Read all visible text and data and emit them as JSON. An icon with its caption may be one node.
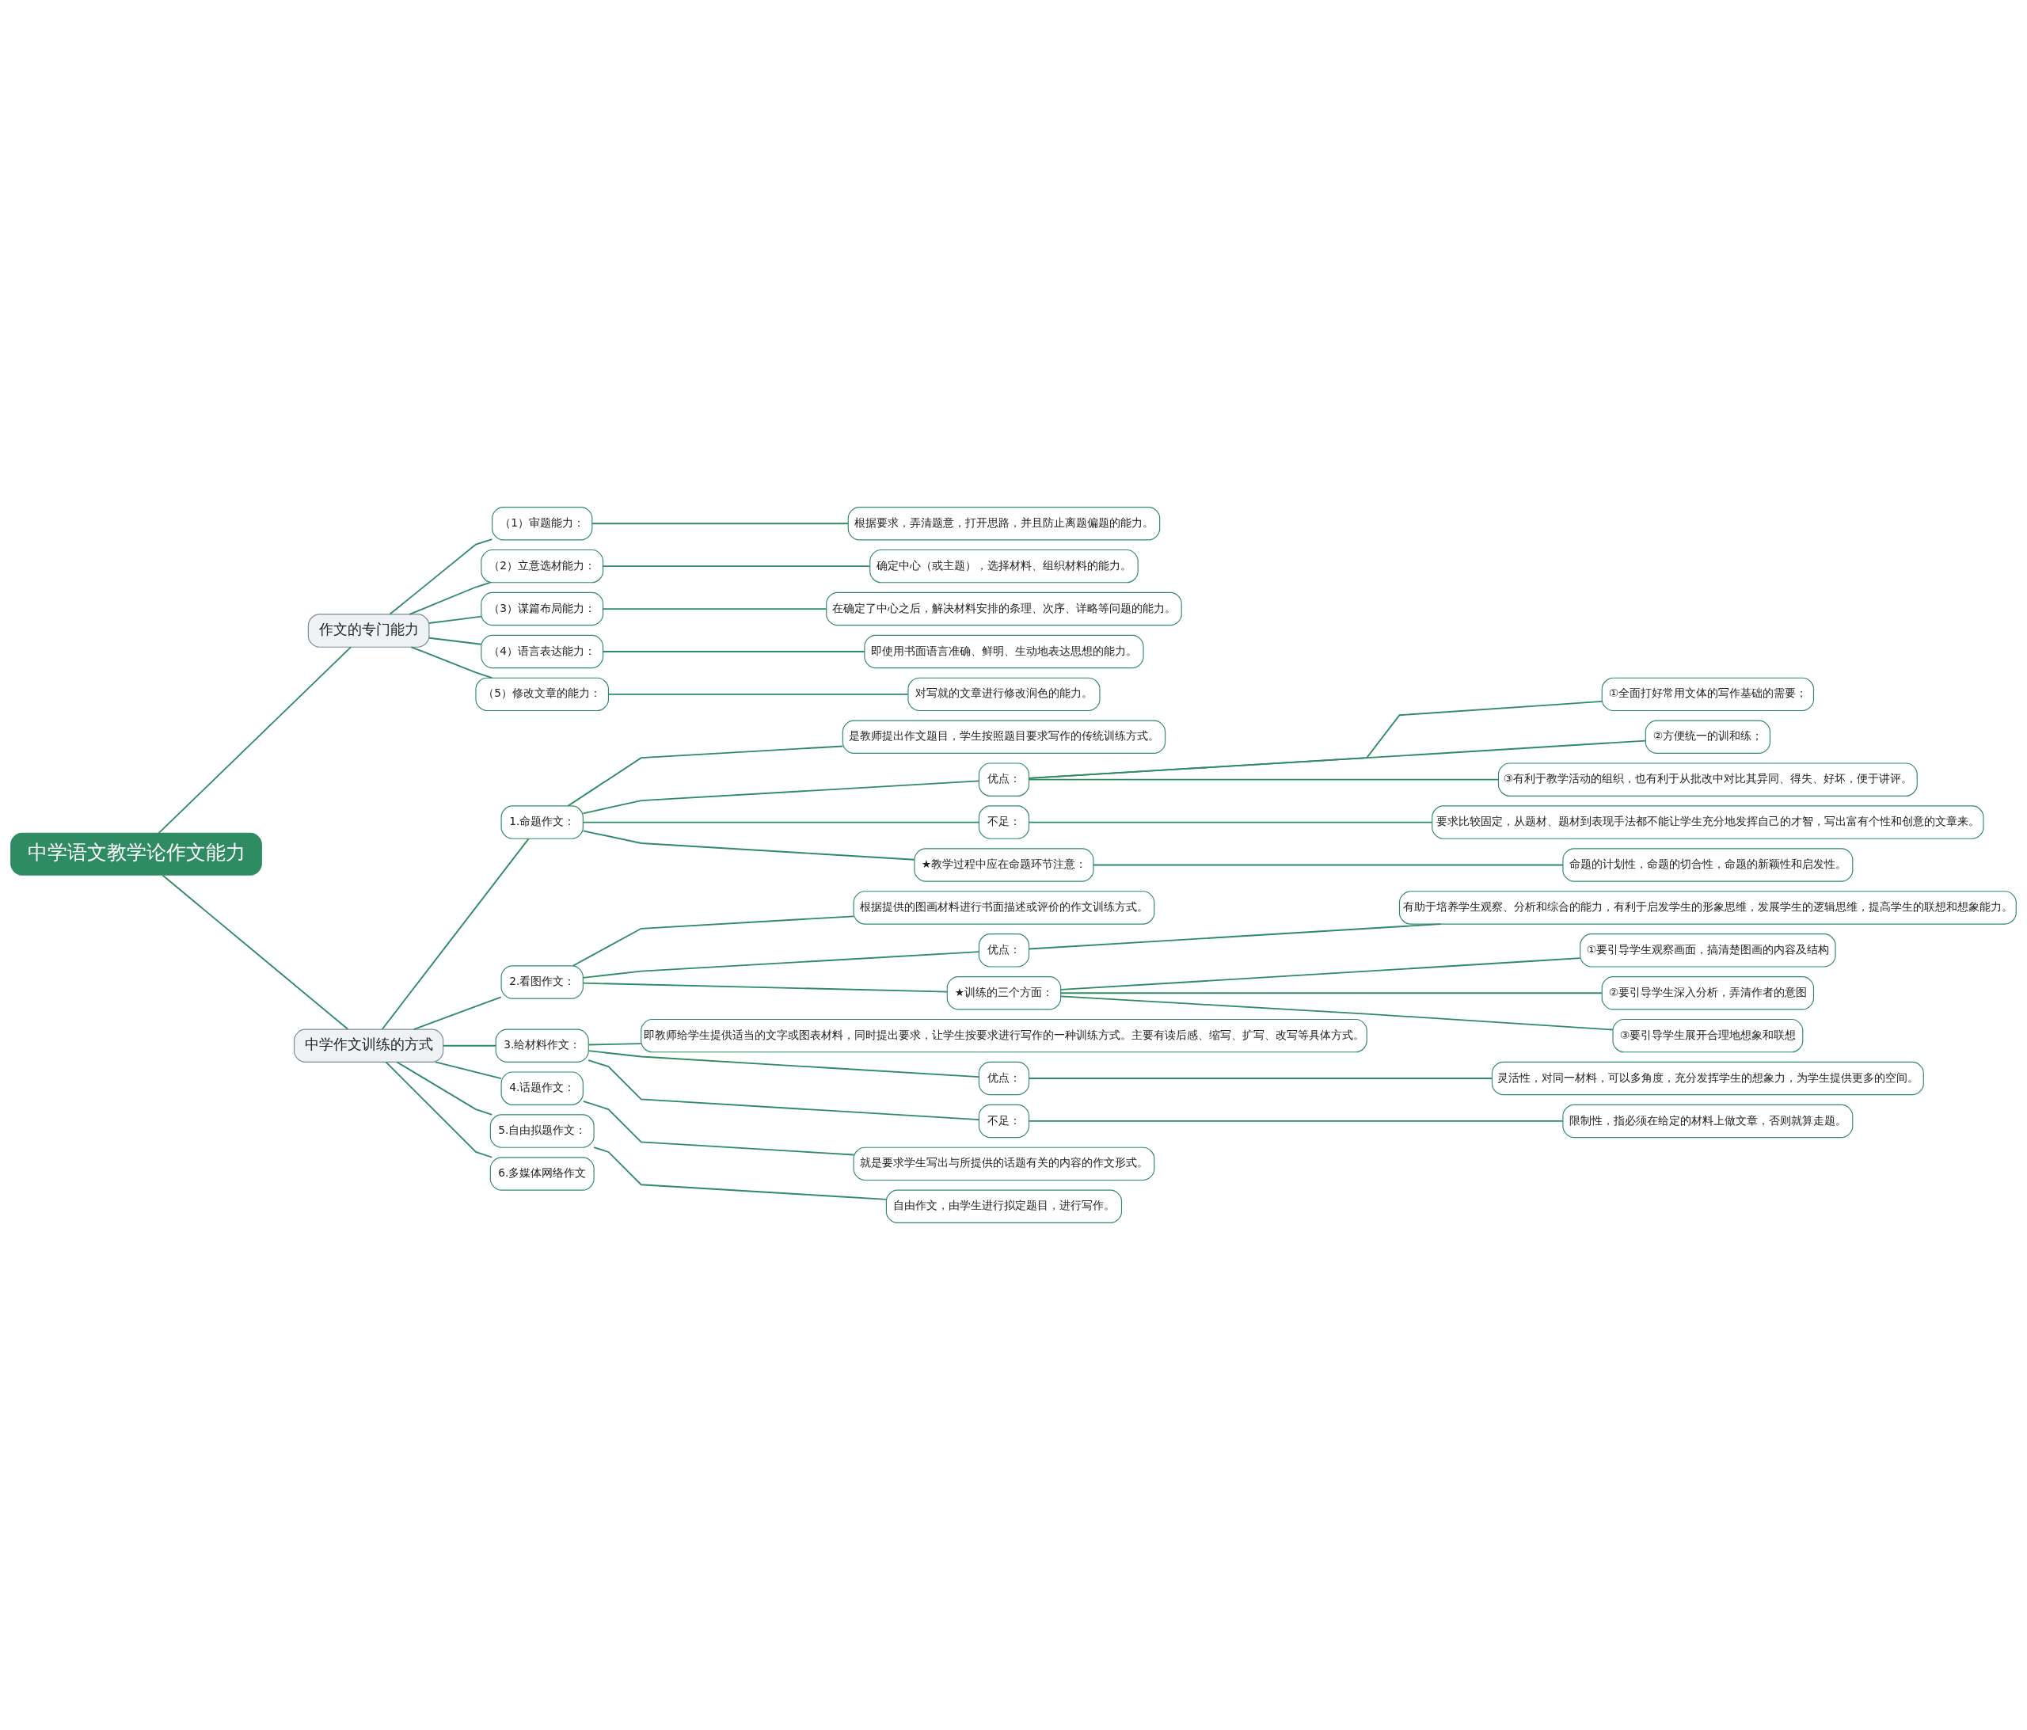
{
  "diagram": {
    "nodes": [
      {
        "text": [
          "中学语文教学论作文能力"
        ]
      },
      {
        "text": [
          "作文的专门能力"
        ]
      },
      {
        "text": [
          "（1）审题能力："
        ]
      },
      {
        "text": [
          "根据要求，弄清题意，打开思路，并且防止离题偏题的能力。"
        ]
      },
      {
        "text": [
          "（2）立意选材能力："
        ]
      },
      {
        "text": [
          "确定中心（或主题），选择材料、组织材料的能力。"
        ]
      },
      {
        "text": [
          "（3）谋篇布局能力："
        ]
      },
      {
        "text": [
          "在确定了中心之后，解决材料安排的条理、次序、详略等问题的能力。"
        ]
      },
      {
        "text": [
          "（4）语言表达能力："
        ]
      },
      {
        "text": [
          "即使用书面语言准确、鲜明、生动地表达思想的能力。"
        ]
      },
      {
        "text": [
          "（5）修改文章的能力："
        ]
      },
      {
        "text": [
          "对写就的文章进行修改润色的能力。"
        ]
      },
      {
        "text": [
          "中学作文训练的方式"
        ]
      },
      {
        "text": [
          "1.命题作文："
        ]
      },
      {
        "text": [
          "是教师提出作文题目，学生按照题目要求写作的传统训练方式。"
        ]
      },
      {
        "text": [
          "优点："
        ]
      },
      {
        "text": [
          "①全面打好常用文体的写作基础的需要；"
        ]
      },
      {
        "text": [
          "②方便统一的训和练；"
        ]
      },
      {
        "text": [
          "③有利于教学活动的组织，也有利于从批改中对比其异同、得失、好坏，便于讲评。"
        ]
      },
      {
        "text": [
          "不足："
        ]
      },
      {
        "text": [
          "要求比较固定，从题材、题材到表现手法都不能让学生充分地发挥自己的才智，写出富有个性和创意的文章来。"
        ]
      },
      {
        "text": [
          "★教学过程中应在命题环节注意："
        ]
      },
      {
        "text": [
          "命题的计划性，命题的切合性，命题的新颖性和启发性。"
        ]
      },
      {
        "text": [
          "2.看图作文："
        ]
      },
      {
        "text": [
          "根据提供的图画材料进行书面描述或评价的作文训练方式。"
        ]
      },
      {
        "text": [
          "优点："
        ]
      },
      {
        "text": [
          "有助于培养学生观察、分析和综合的能力，有利于启发学生的形象思维，发展学生的逻辑思维，提高学生的联想和想象能力。"
        ]
      },
      {
        "text": [
          "★训练的三个方面："
        ]
      },
      {
        "text": [
          "①要引导学生观察画面，搞清楚图画的内容及结构"
        ]
      },
      {
        "text": [
          "②要引导学生深入分析，弄清作者的意图"
        ]
      },
      {
        "text": [
          "③要引导学生展开合理地想象和联想"
        ]
      },
      {
        "text": [
          "3.给材料作文："
        ]
      },
      {
        "text": [
          "即教师给学生提供适当的文字或图表材料，同时提出要求，让学生按要求进行写作的一种训练方式。主要有读后感、缩写、扩写、改写等具体方式。"
        ]
      },
      {
        "text": [
          "优点："
        ]
      },
      {
        "text": [
          "灵活性，对同一材料，可以多角度，充分发挥学生的想象力，为学生提供更多的空间。"
        ]
      },
      {
        "text": [
          "不足："
        ]
      },
      {
        "text": [
          "限制性，指必须在给定的材料上做文章，否则就算走题。"
        ]
      },
      {
        "text": [
          "4.话题作文："
        ]
      },
      {
        "text": [
          "就是要求学生写出与所提供的话题有关的内容的作文形式。"
        ]
      },
      {
        "text": [
          "5.自由拟题作文："
        ]
      },
      {
        "text": [
          "自由作文，由学生进行拟定题目，进行写作。"
        ]
      },
      {
        "text": [
          "6.多媒体网络作文"
        ]
      }
    ],
    "edges": [
      {
        "from": 0,
        "to": 1,
        "arrow": "none"
      },
      {
        "from": 1,
        "to": 2,
        "arrow": "none"
      },
      {
        "from": 2,
        "to": 3,
        "arrow": "none"
      },
      {
        "from": 1,
        "to": 4,
        "arrow": "none"
      },
      {
        "from": 4,
        "to": 5,
        "arrow": "none"
      },
      {
        "from": 1,
        "to": 6,
        "arrow": "none"
      },
      {
        "from": 6,
        "to": 7,
        "arrow": "none"
      },
      {
        "from": 1,
        "to": 8,
        "arrow": "none"
      },
      {
        "from": 8,
        "to": 9,
        "arrow": "none"
      },
      {
        "from": 1,
        "to": 10,
        "arrow": "none"
      },
      {
        "from": 10,
        "to": 11,
        "arrow": "none"
      },
      {
        "from": 0,
        "to": 12,
        "arrow": "none"
      },
      {
        "from": 12,
        "to": 13,
        "arrow": "none"
      },
      {
        "from": 13,
        "to": 14,
        "arrow": "none"
      },
      {
        "from": 13,
        "to": 15,
        "arrow": "none"
      },
      {
        "from": 15,
        "to": 16,
        "arrow": "none"
      },
      {
        "from": 15,
        "to": 17,
        "arrow": "none"
      },
      {
        "from": 15,
        "to": 18,
        "arrow": "none"
      },
      {
        "from": 13,
        "to": 19,
        "arrow": "none"
      },
      {
        "from": 19,
        "to": 20,
        "arrow": "none"
      },
      {
        "from": 13,
        "to": 21,
        "arrow": "none"
      },
      {
        "from": 21,
        "to": 22,
        "arrow": "none"
      },
      {
        "from": 12,
        "to": 23,
        "arrow": "none"
      },
      {
        "from": 23,
        "to": 24,
        "arrow": "none"
      },
      {
        "from": 23,
        "to": 25,
        "arrow": "none"
      },
      {
        "from": 25,
        "to": 26,
        "arrow": "none"
      },
      {
        "from": 23,
        "to": 27,
        "arrow": "none"
      },
      {
        "from": 27,
        "to": 28,
        "arrow": "none"
      },
      {
        "from": 27,
        "to": 29,
        "arrow": "none"
      },
      {
        "from": 27,
        "to": 30,
        "arrow": "none"
      },
      {
        "from": 12,
        "to": 31,
        "arrow": "none"
      },
      {
        "from": 31,
        "to": 32,
        "arrow": "none"
      },
      {
        "from": 31,
        "to": 33,
        "arrow": "none"
      },
      {
        "from": 33,
        "to": 34,
        "arrow": "none"
      },
      {
        "from": 31,
        "to": 35,
        "arrow": "none"
      },
      {
        "from": 35,
        "to": 36,
        "arrow": "none"
      },
      {
        "from": 12,
        "to": 37,
        "arrow": "none"
      },
      {
        "from": 37,
        "to": 38,
        "arrow": "none"
      },
      {
        "from": 12,
        "to": 39,
        "arrow": "none"
      },
      {
        "from": 39,
        "to": 40,
        "arrow": "none"
      },
      {
        "from": 12,
        "to": 41,
        "arrow": "none"
      }
    ]
  }
}
